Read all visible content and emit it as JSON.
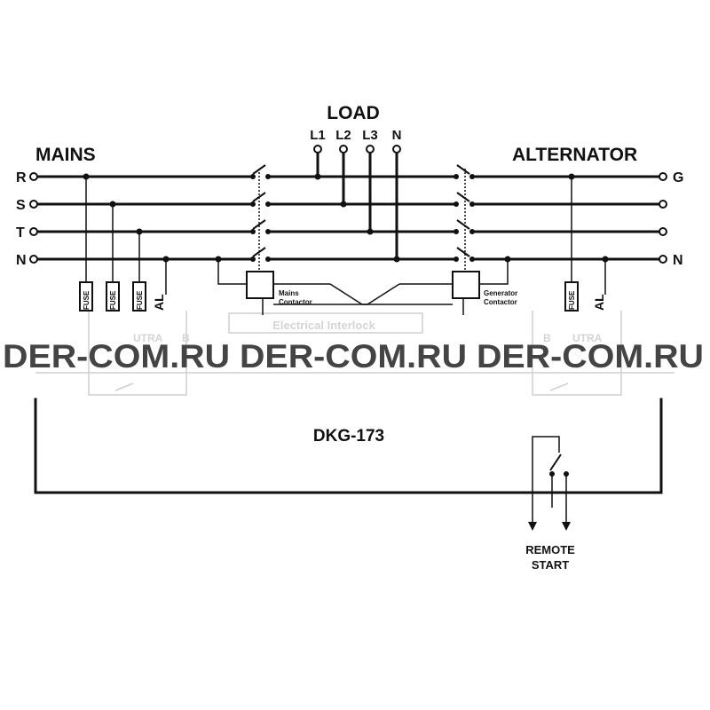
{
  "labels": {
    "mains": "MAINS",
    "alternator": "ALTERNATOR",
    "load": "LOAD",
    "load_l1": "L1",
    "load_l2": "L2",
    "load_l3": "L3",
    "load_n": "N",
    "mains_r": "R",
    "mains_s": "S",
    "mains_t": "T",
    "mains_n": "N",
    "gen_g": "G",
    "gen_n": "N",
    "fuse": "FUSE",
    "al": "AL",
    "mains_contactor_1": "Mains",
    "mains_contactor_2": "Contactor",
    "generator_contactor_1": "Generator",
    "generator_contactor_2": "Contactor",
    "electrical_interlock": "Electrical Interlock",
    "controller": "DKG-173",
    "remote_start_1": "REMOTE",
    "remote_start_2": "START",
    "faint_left_1": "B",
    "faint_left_2": "UTRA",
    "faint_right_1": "B",
    "faint_right_2": "UTRA"
  },
  "watermark": "DER-COM.RU DER-COM.RU DER-COM.RU",
  "colors": {
    "line": "#111111",
    "faint_line": "#cfcfcf",
    "watermark": "#444444"
  }
}
